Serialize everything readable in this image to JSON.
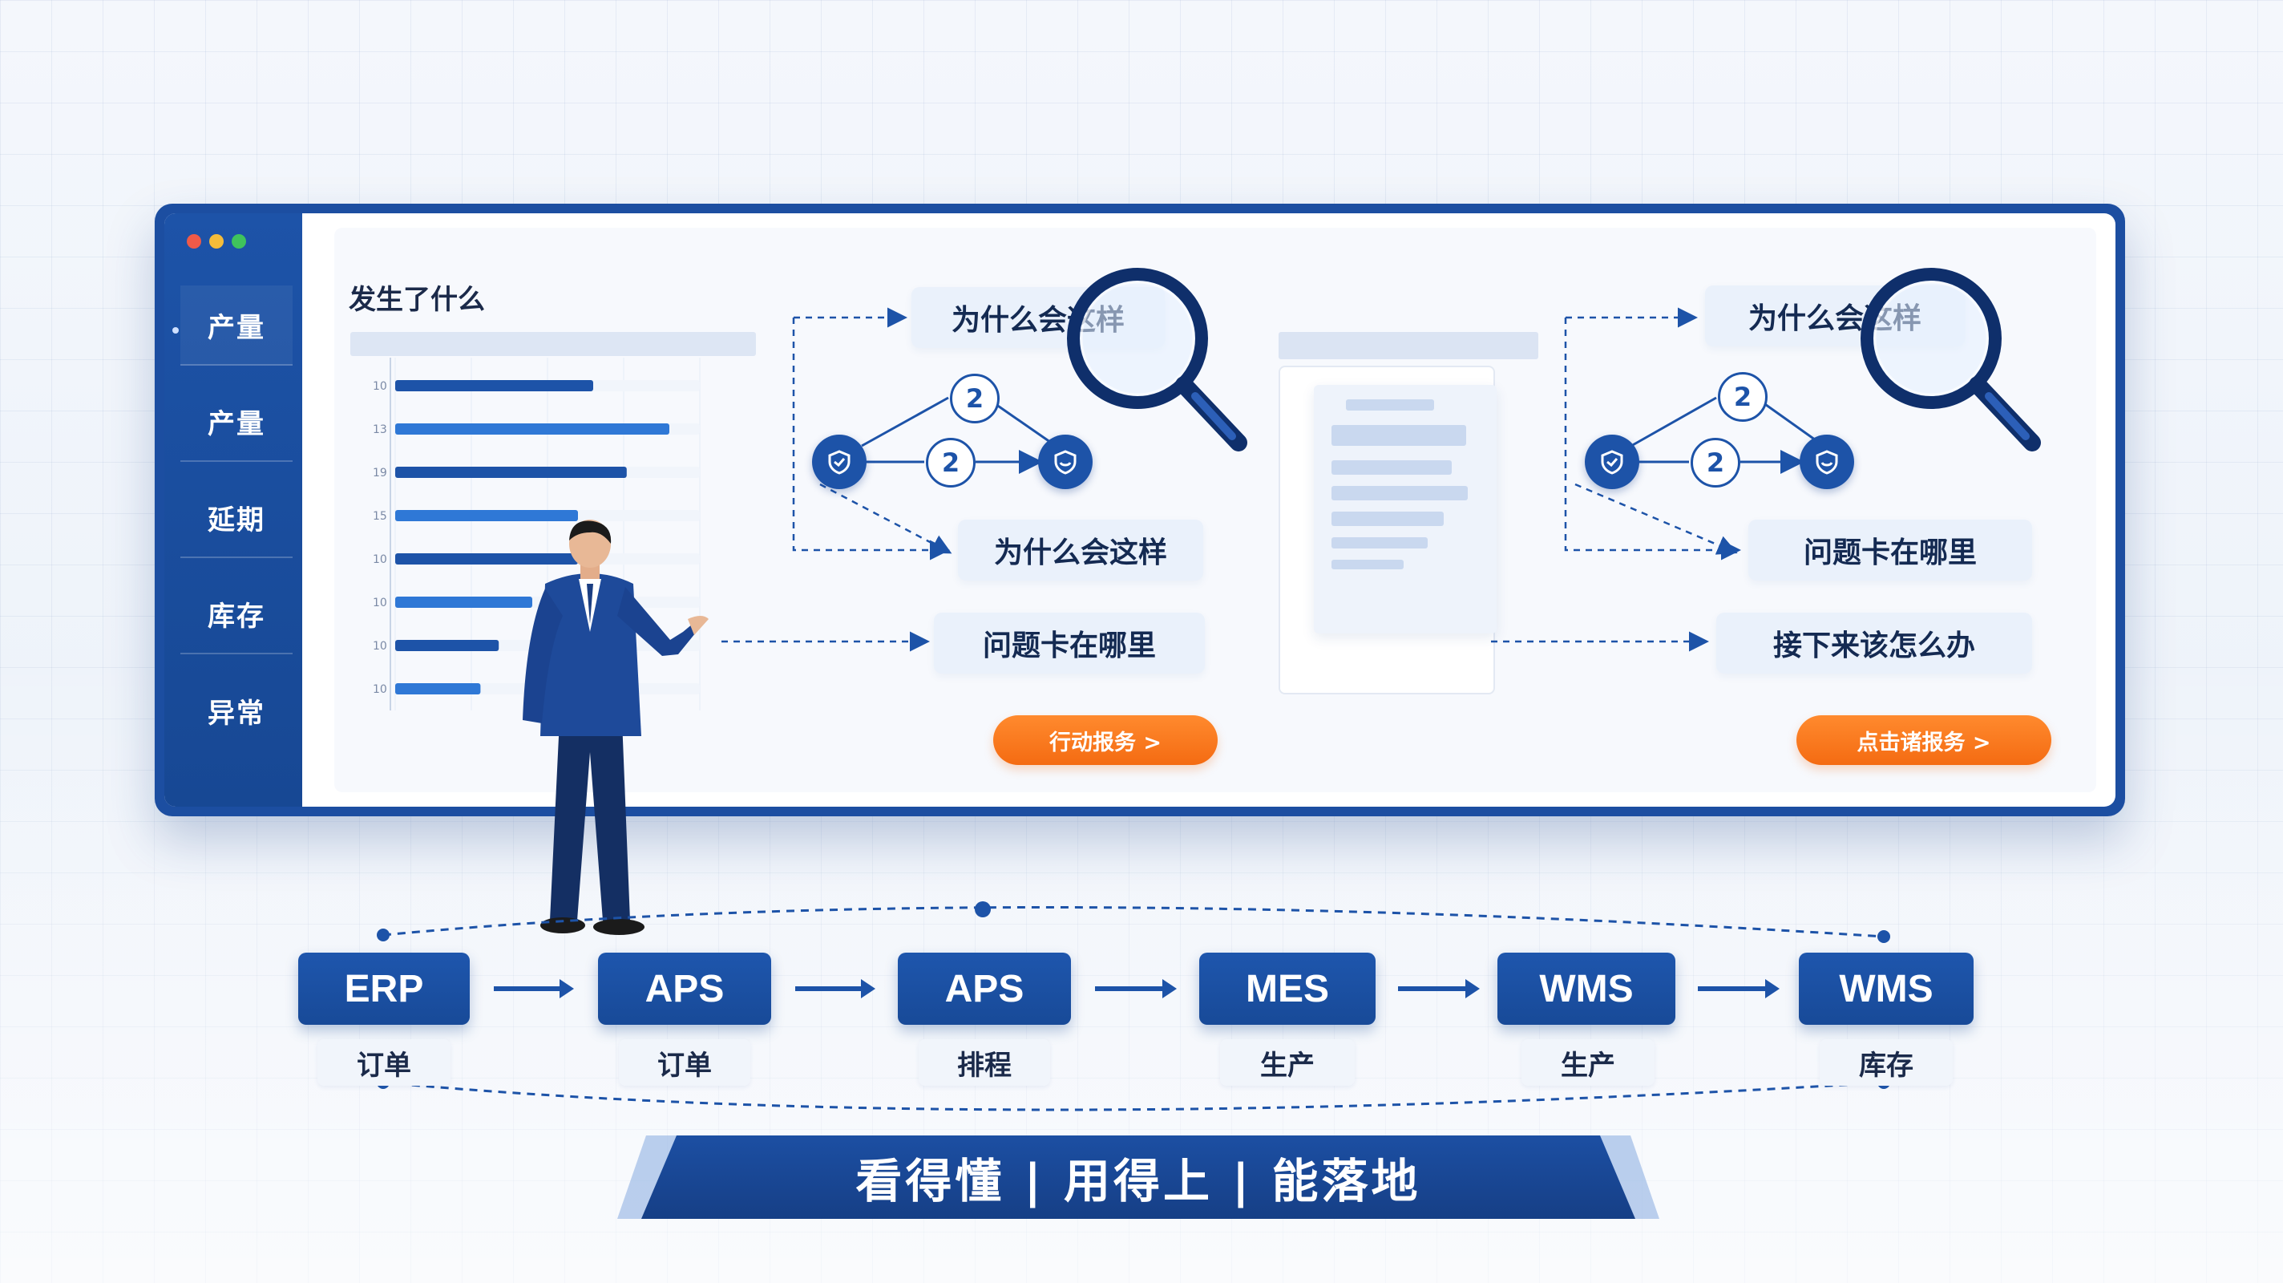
{
  "sidebar": {
    "items": [
      {
        "label": "产量"
      },
      {
        "label": "产量"
      },
      {
        "label": "延期"
      },
      {
        "label": "库存"
      },
      {
        "label": "异常"
      }
    ]
  },
  "left_panel": {
    "title": "发生了什么",
    "bar_labels": [
      "10",
      "13",
      "19",
      "15",
      "10",
      "10",
      "10",
      "10"
    ]
  },
  "chart_data": {
    "type": "bar",
    "orientation": "horizontal",
    "categories": [
      "10",
      "13",
      "19",
      "15",
      "10",
      "10",
      "10",
      "10"
    ],
    "values": [
      65,
      90,
      76,
      60,
      60,
      45,
      34,
      28
    ],
    "xlim": [
      0,
      100
    ],
    "grid": true,
    "title": "发生了什么"
  },
  "flow1": {
    "q1": "为什么会这样",
    "q2": "为什么会这样",
    "q3": "问题卡在哪里",
    "node_numbers": [
      "2",
      "2"
    ],
    "button": "行动报务 >"
  },
  "flow2": {
    "q1": "为什么会这样",
    "q2": "问题卡在哪里",
    "q3": "接下来该怎么办",
    "node_numbers": [
      "2",
      "2"
    ],
    "button": "点击诸报务 >"
  },
  "pipeline": [
    {
      "system": "ERP",
      "label": "订单"
    },
    {
      "system": "APS",
      "label": "订单"
    },
    {
      "system": "APS",
      "label": "排程"
    },
    {
      "system": "MES",
      "label": "生产"
    },
    {
      "system": "WMS",
      "label": "生产"
    },
    {
      "system": "WMS",
      "label": "库存"
    }
  ],
  "slogan": "看得懂 | 用得上 | 能落地",
  "colors": {
    "primary": "#1d53a8",
    "accent": "#f46b12",
    "background": "#f4f7fc"
  }
}
